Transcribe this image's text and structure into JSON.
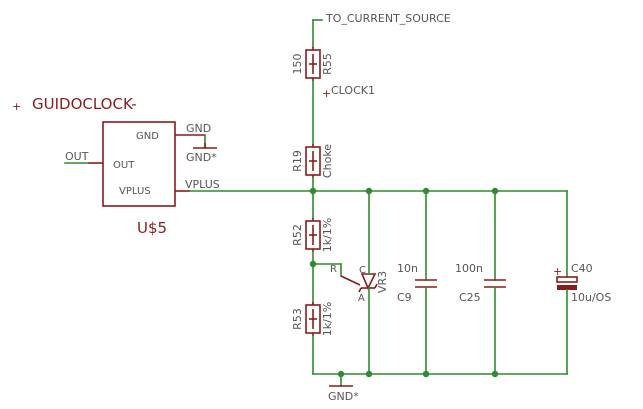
{
  "module": {
    "name": "GUIDOCLOCK-",
    "ref": "U$5",
    "pins": {
      "gnd": "GND",
      "out": "OUT",
      "vplus": "VPLUS"
    }
  },
  "nets": {
    "top": "TO_CURRENT_SOURCE",
    "clock": "CLOCK1",
    "out": "OUT",
    "gnd_out": "GND",
    "vplus": "VPLUS",
    "gnd_sym_top": "GND*",
    "gnd_sym_bottom": "GND*"
  },
  "components": {
    "r55": {
      "ref": "R55",
      "value": "150"
    },
    "r19": {
      "ref": "R19",
      "value": "Choke"
    },
    "r52": {
      "ref": "R52",
      "value": "1k/1%"
    },
    "r53": {
      "ref": "R53",
      "value": "1k/1%"
    },
    "vr3": {
      "ref": "VR3",
      "pin_r": "R",
      "pin_a": "A",
      "pin_c": "C"
    },
    "c9": {
      "ref": "C9",
      "value": "10n"
    },
    "c25": {
      "ref": "C25",
      "value": "100n"
    },
    "c40": {
      "ref": "C40",
      "value": "10u/OS"
    }
  },
  "colors": {
    "wire": "#2e8b2e",
    "part": "#8b1a1a",
    "text": "#555555"
  }
}
